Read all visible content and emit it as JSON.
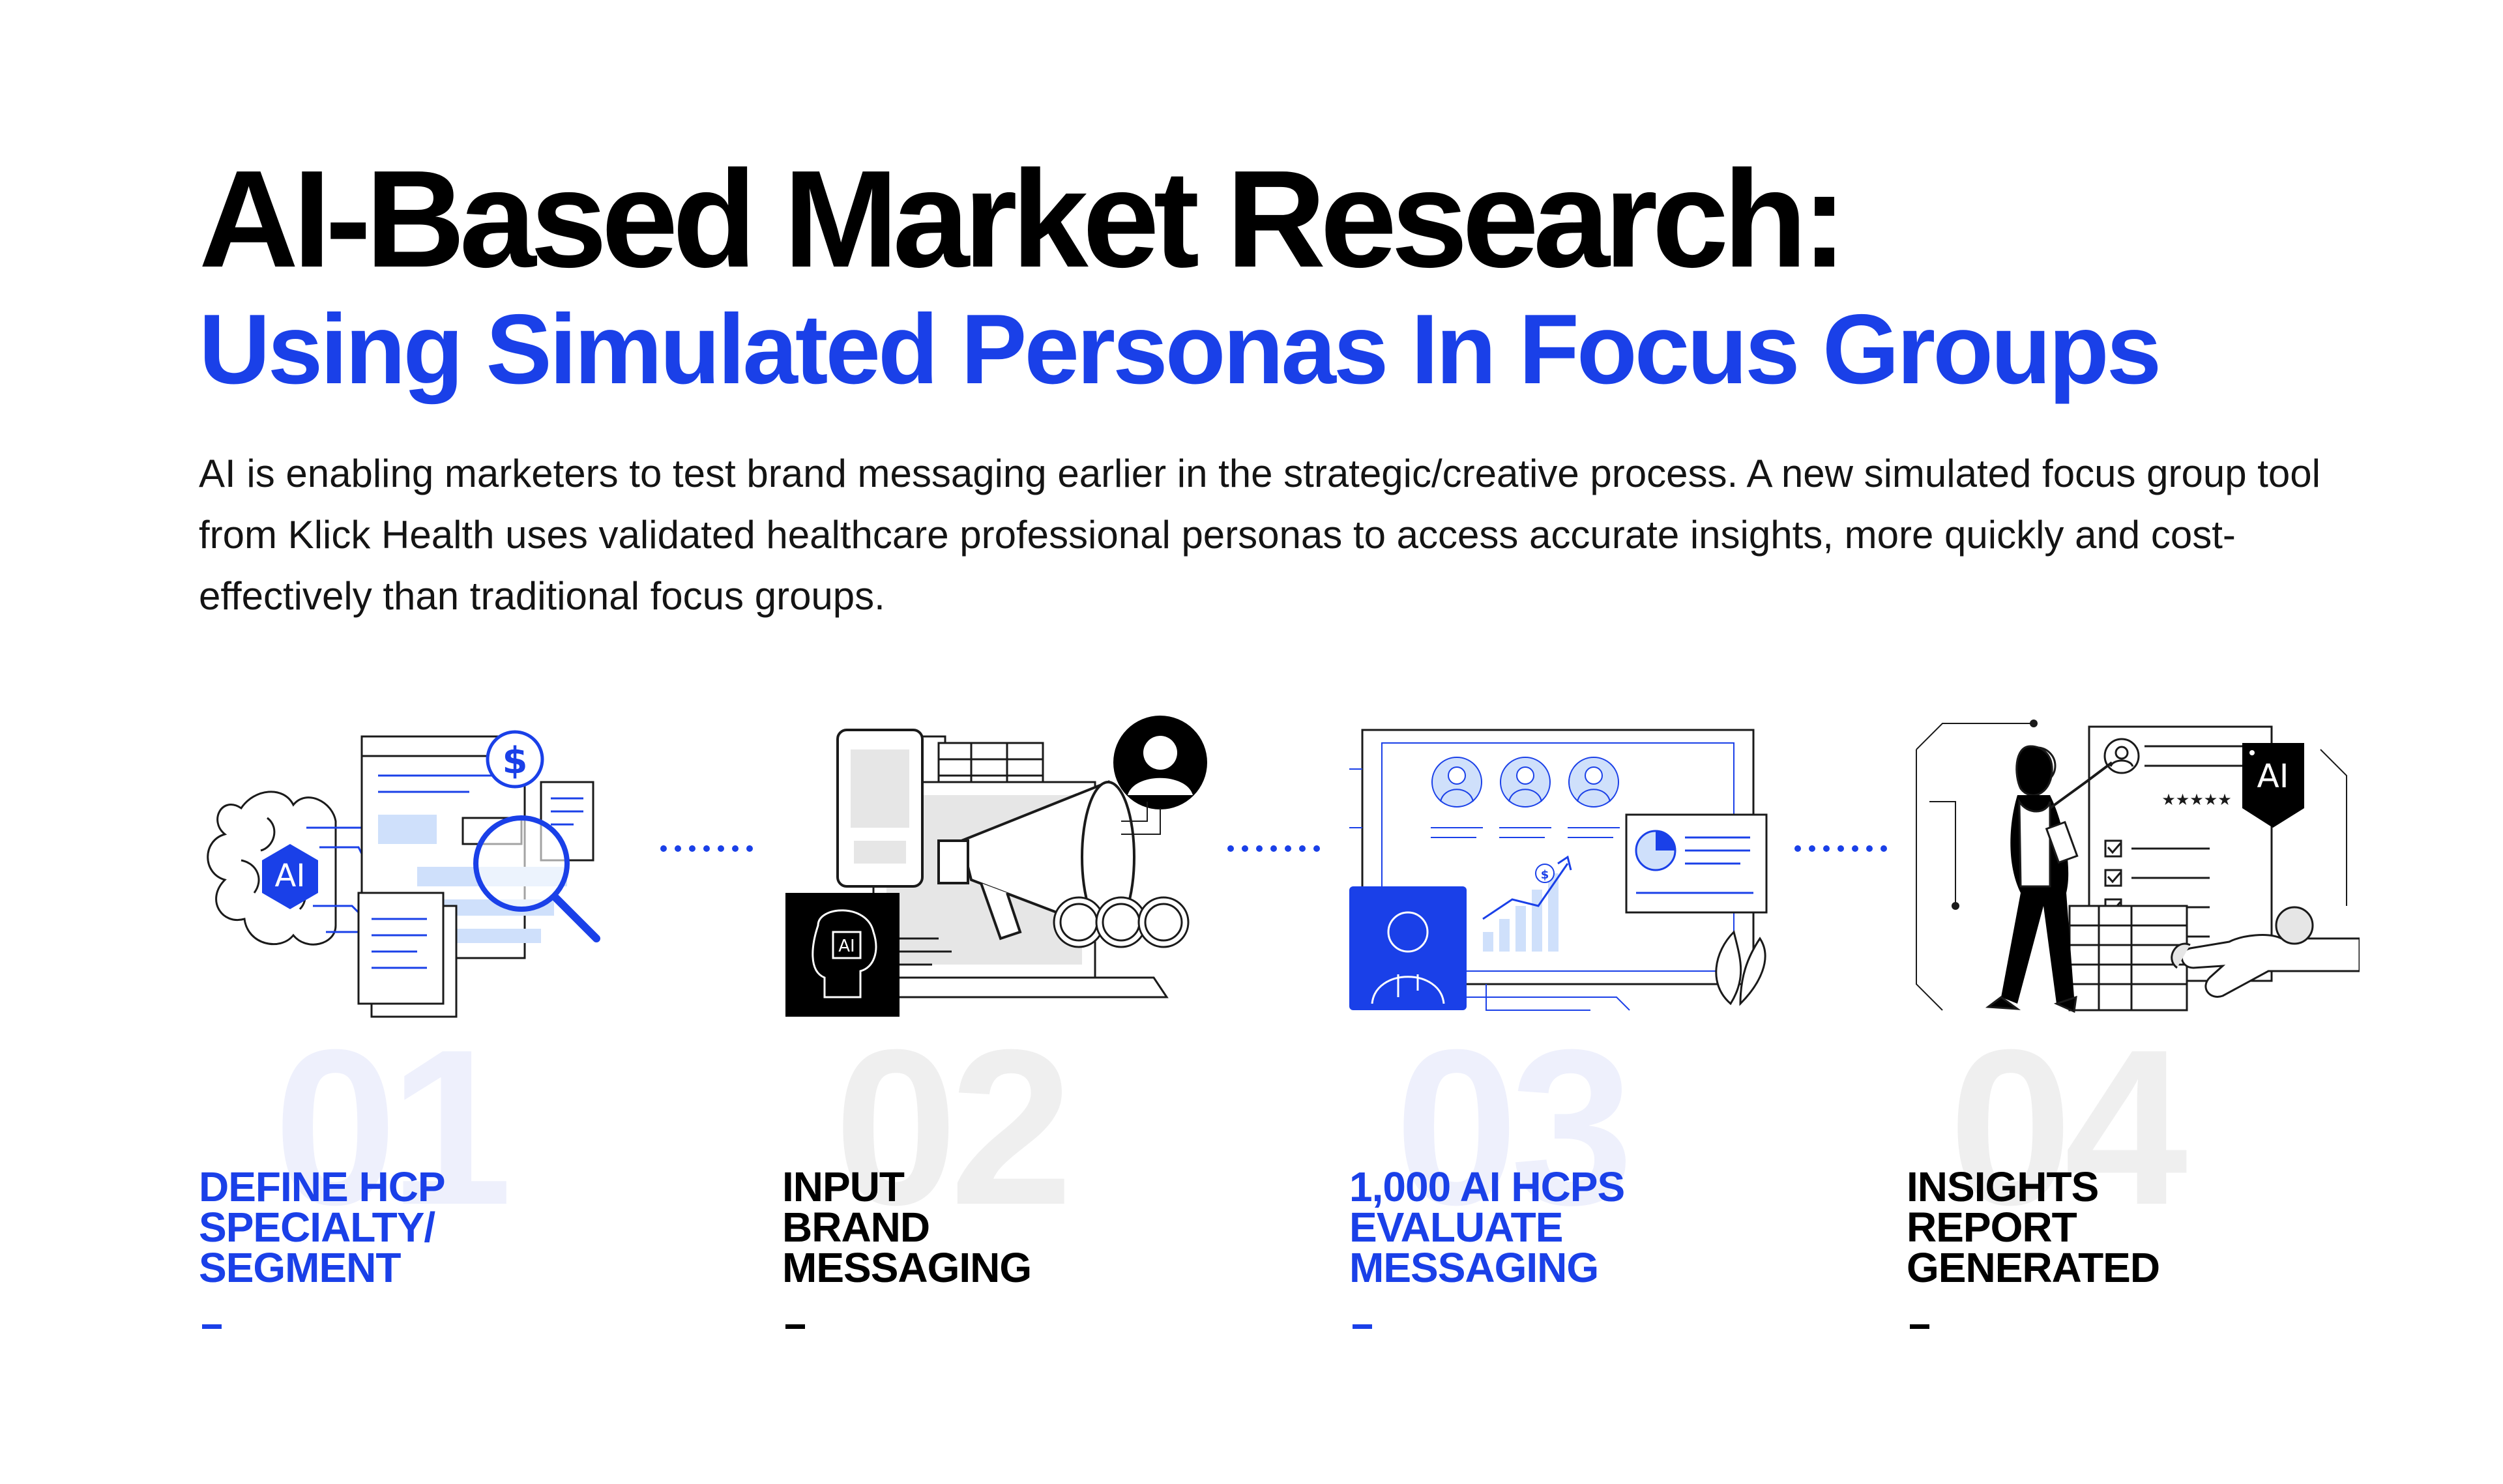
{
  "colors": {
    "accent": "#1a40e8",
    "text": "#000000",
    "light_blue": "#cfe0fb",
    "step_num_blue": "#eef0fc",
    "step_num_gray": "#efefef"
  },
  "header": {
    "title": "AI-Based Market Research:",
    "subtitle": "Using Simulated Personas In Focus Groups",
    "intro": "AI is enabling marketers to test brand messaging earlier in the strategic/creative process. A new simulated focus group tool from Klick Health uses validated healthcare professional personas to access accurate insights, more quickly and cost-effectively than traditional focus groups."
  },
  "illustrations": {
    "step1_chip": "AI",
    "step1_dollar": "$",
    "step2_chip": "AI",
    "step3_dollar": "$",
    "step4_badge": "AI",
    "step4_stars": "★★★★★"
  },
  "steps": [
    {
      "number": "01",
      "label_lines": [
        "DEFINE HCP",
        "SPECIALTY/",
        "SEGMENT"
      ],
      "color": "blue",
      "icon": "ai-brain-document-search-icon"
    },
    {
      "number": "02",
      "label_lines": [
        "INPUT",
        "BRAND",
        "MESSAGING"
      ],
      "color": "black",
      "icon": "megaphone-phone-ai-head-icon"
    },
    {
      "number": "03",
      "label_lines": [
        "1,000 AI HCPs",
        "EVALUATE",
        "MESSAGING"
      ],
      "color": "blue",
      "icon": "dashboard-doctors-chart-icon"
    },
    {
      "number": "04",
      "label_lines": [
        "INSIGHTS",
        "REPORT",
        "GENERATED"
      ],
      "color": "black",
      "icon": "report-checklist-robot-hand-icon"
    }
  ]
}
